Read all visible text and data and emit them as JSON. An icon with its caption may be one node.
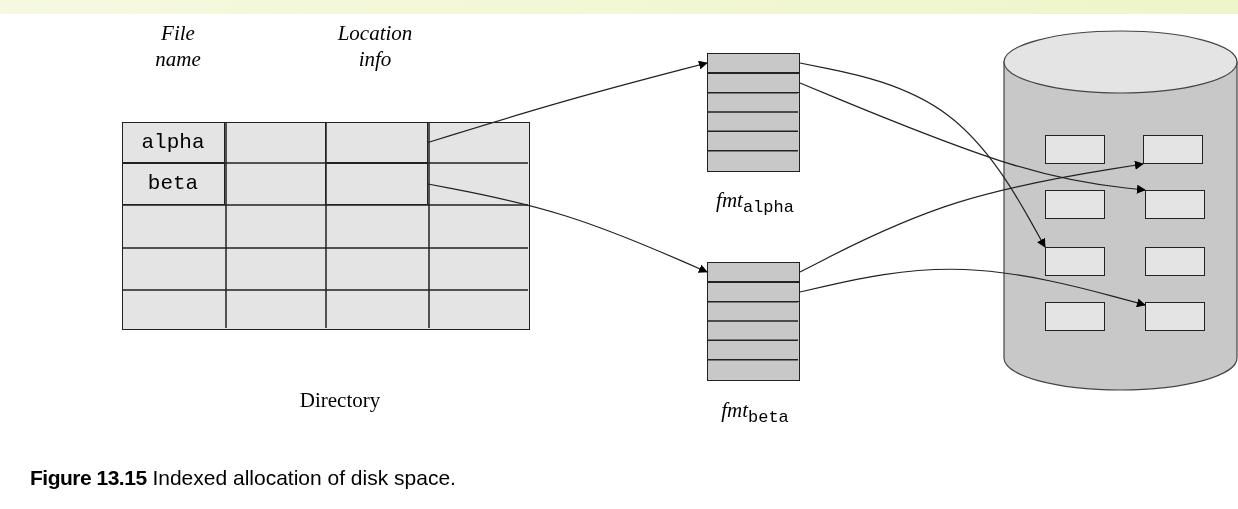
{
  "diagram": {
    "caption": "**Figure 13.15** Indexed allocation of disk space.",
    "nodes": [
      {
        "text": [],
        "shape": "box",
        "beside": [
          "Directory"
        ]
      },
      {
        "text": [
          "alpha"
        ],
        "in": 0
      },
      {
        "text": [],
        "shape": "box",
        "in": 0
      },
      {
        "text": [
          "beta"
        ],
        "in": 0
      },
      {
        "text": [],
        "shape": "box",
        "in": 0
      },
      {
        "text": [],
        "shape": "box",
        "beside": [
          "*fmt*$_{alpha}$"
        ]
      },
      {
        "text": [],
        "shape": "box",
        "in": 5
      },
      {
        "text": [],
        "shape": "box",
        "in": 5
      },
      {
        "text": [],
        "shape": "cylinder"
      },
      {
        "text": [],
        "shape": "box",
        "in": 8
      },
      {
        "text": [],
        "shape": "box",
        "in": 8
      },
      {
        "text": [],
        "shape": "box",
        "in": 8
      },
      {
        "text": [],
        "shape": "box",
        "in": 8
      },
      {
        "text": [],
        "shape": "box",
        "in": 8
      },
      {
        "text": [],
        "shape": "box",
        "in": 8
      },
      {
        "text": [],
        "shape": "box",
        "in": 8
      },
      {
        "text": [],
        "shape": "box",
        "in": 8
      },
      {
        "text": [],
        "shape": "box",
        "beside": [
          "*fmt*$_{beta}$"
        ]
      },
      {
        "text": [],
        "shape": "box",
        "in": 17
      },
      {
        "text": [],
        "shape": "box",
        "in": 17
      }
    ],
    "edges": [
      {
        "from": 2,
        "to": 6,
        "arrow": "to"
      },
      {
        "from": 4,
        "to": 18,
        "arrow": "to"
      },
      {
        "from": 6,
        "to": 13,
        "arrow": "to"
      },
      {
        "from": 7,
        "to": 12,
        "arrow": "to"
      },
      {
        "from": 18,
        "to": 10,
        "arrow": "to"
      },
      {
        "from": 19,
        "to": 16,
        "arrow": "to"
      }
    ],
    "labels": [
      "File name",
      "Location info"
    ]
  }
}
